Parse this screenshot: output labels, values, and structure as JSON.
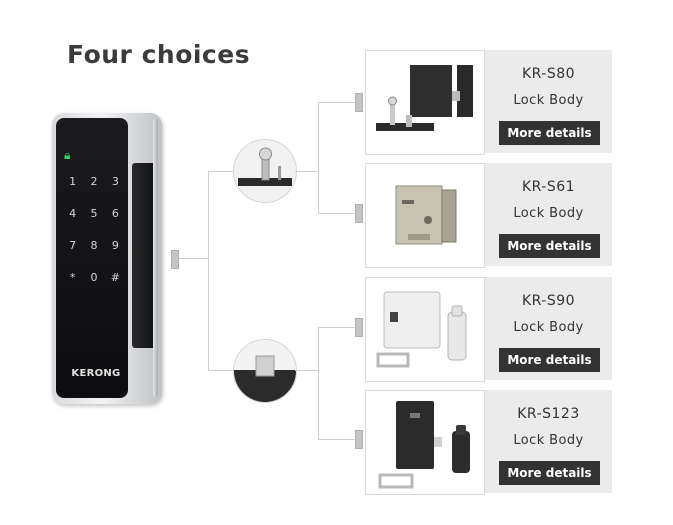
{
  "title": "Four choices",
  "device": {
    "brand": "KERONG",
    "keys": [
      "1",
      "2",
      "3",
      "4",
      "5",
      "6",
      "7",
      "8",
      "9",
      "*",
      "0",
      "#"
    ],
    "led_icon": "lock-icon"
  },
  "products": [
    {
      "model": "KR-S80",
      "type": "Lock Body",
      "button": "More details"
    },
    {
      "model": "KR-S61",
      "type": "Lock Body",
      "button": "More details"
    },
    {
      "model": "KR-S90",
      "type": "Lock Body",
      "button": "More details"
    },
    {
      "model": "KR-S123",
      "type": "Lock Body",
      "button": "More details"
    }
  ],
  "colors": {
    "button_bg": "#333333",
    "info_bg": "#ebebeb",
    "accent_led": "#2fd36b"
  }
}
